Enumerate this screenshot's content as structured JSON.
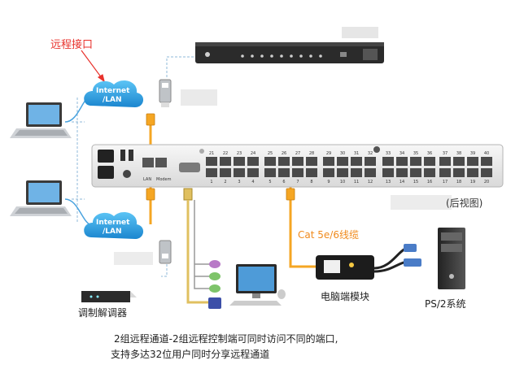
{
  "labels": {
    "remote_port": "远程接口",
    "internet_lan_top_1": "Internet",
    "internet_lan_top_2": "/LAN",
    "internet_lan_bottom_1": "Internet",
    "internet_lan_bottom_2": "/LAN",
    "rear_view": "(后视图)",
    "cable": "Cat 5e/6线缆",
    "computer_module": "电脑端模块",
    "ps2_system": "PS/2系统",
    "modem": "调制解调器",
    "caption_line1": "2组远程通道-2组远程控制端可同时访问不同的端口,",
    "caption_line2": "支持多达32位用户同时分享远程通道",
    "device_lan": "LAN",
    "device_modem": "Modem",
    "top_port_numbers": [
      "21",
      "22",
      "23",
      "24",
      "25",
      "26",
      "27",
      "28",
      "29",
      "30",
      "31",
      "32",
      "33",
      "34",
      "35",
      "36",
      "37",
      "38",
      "39",
      "40"
    ],
    "bottom_port_numbers": [
      "1",
      "2",
      "3",
      "4",
      "5",
      "6",
      "7",
      "8",
      "9",
      "10",
      "11",
      "12",
      "13",
      "14",
      "15",
      "16",
      "17",
      "18",
      "19",
      "20"
    ]
  },
  "colors": {
    "remote_port_label": "#e8322c",
    "cloud": "#2a9fe0",
    "cable_label": "#f08a1c",
    "cable_line": "#f5a623",
    "dashed_line": "#8fb8d8"
  }
}
